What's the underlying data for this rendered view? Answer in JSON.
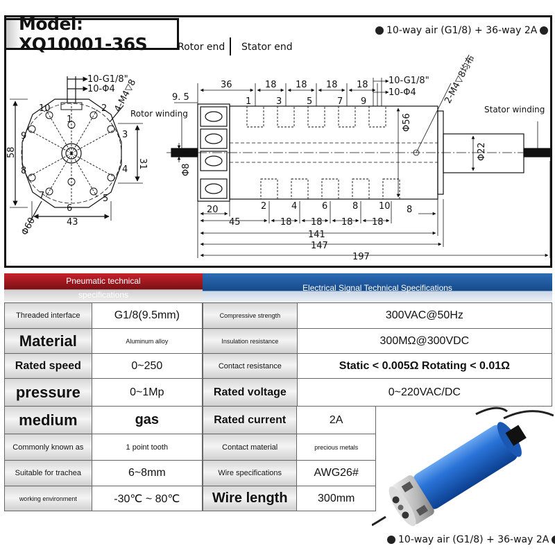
{
  "header": {
    "model": "Model: XQ10001-36S",
    "rotor_end": "Rotor end",
    "stator_end": "Stator end",
    "top_tag": "10-way air (G1/8) + 36-way 2A",
    "bottom_tag": "10-way air (G1/8) + 36-way 2A"
  },
  "drawing": {
    "left_view": {
      "top_label_1": "10-G1/8\"",
      "top_label_2": "10-Φ4",
      "hole_label": "4-M4▽8",
      "ports": [
        "10",
        "1",
        "2",
        "3",
        "4",
        "5",
        "6",
        "7",
        "8",
        "9"
      ],
      "height_dim": "58",
      "inner_dim": "31",
      "width_dim": "43",
      "diameter_dim": "Φ60"
    },
    "side_view": {
      "rotor_winding": "Rotor winding",
      "stator_winding": "Stator winding",
      "dim_9_5": "9. 5",
      "dim_36": "36",
      "top_pitch": [
        "18",
        "18",
        "18",
        "18"
      ],
      "top_ports": [
        "1",
        "3",
        "5",
        "7",
        "9"
      ],
      "bottom_ports": [
        "2",
        "4",
        "6",
        "8",
        "10"
      ],
      "right_label_1": "10-G1/8\"",
      "right_label_2": "10-Φ4",
      "diag_label": "2-M4▽8均布",
      "dia_56": "Φ56",
      "dia_22": "Φ22",
      "dia_8": "Φ8",
      "dim_20": "20",
      "dim_8": "8",
      "dim_45": "45",
      "bottom_pitch": [
        "18",
        "18",
        "18",
        "18"
      ],
      "len_141": "141",
      "len_147": "147",
      "len_197": "197"
    }
  },
  "pneumatic": {
    "title": "Pneumatic technical specifications",
    "rows": [
      {
        "label": "Threaded interface",
        "value": "G1/8(9.5mm)"
      },
      {
        "label": "Material",
        "value": "Aluminum alloy"
      },
      {
        "label": "Rated speed",
        "value": "0~250"
      },
      {
        "label": "pressure",
        "value": "0~1Mp"
      },
      {
        "label": "medium",
        "value": "gas"
      },
      {
        "label": "Commonly known as",
        "value": "1 point tooth"
      },
      {
        "label": "Suitable for trachea",
        "value": "6~8mm"
      },
      {
        "label": "working environment",
        "value": "-30℃ ~ 80℃"
      }
    ]
  },
  "electrical": {
    "title": "Electrical Signal Technical Specifications",
    "rows": [
      {
        "label": "Compressive strength",
        "value": "300VAC@50Hz"
      },
      {
        "label": "Insulation resistance",
        "value": "300MΩ@300VDC"
      },
      {
        "label": "Contact resistance",
        "value": "Static < 0.005Ω Rotating < 0.01Ω"
      },
      {
        "label": "Rated voltage",
        "value": "0~220VAC/DC"
      },
      {
        "label": "Rated current",
        "value": "2A"
      },
      {
        "label": "Contact material",
        "value": "precious metals"
      },
      {
        "label": "Wire specifications",
        "value": "AWG26#"
      },
      {
        "label": "Wire length",
        "value": "300mm"
      }
    ]
  },
  "colors": {
    "pneumatic_header": "#a3161d",
    "electrical_header": "#1f5aa0",
    "product_body": "#1e63c8"
  }
}
